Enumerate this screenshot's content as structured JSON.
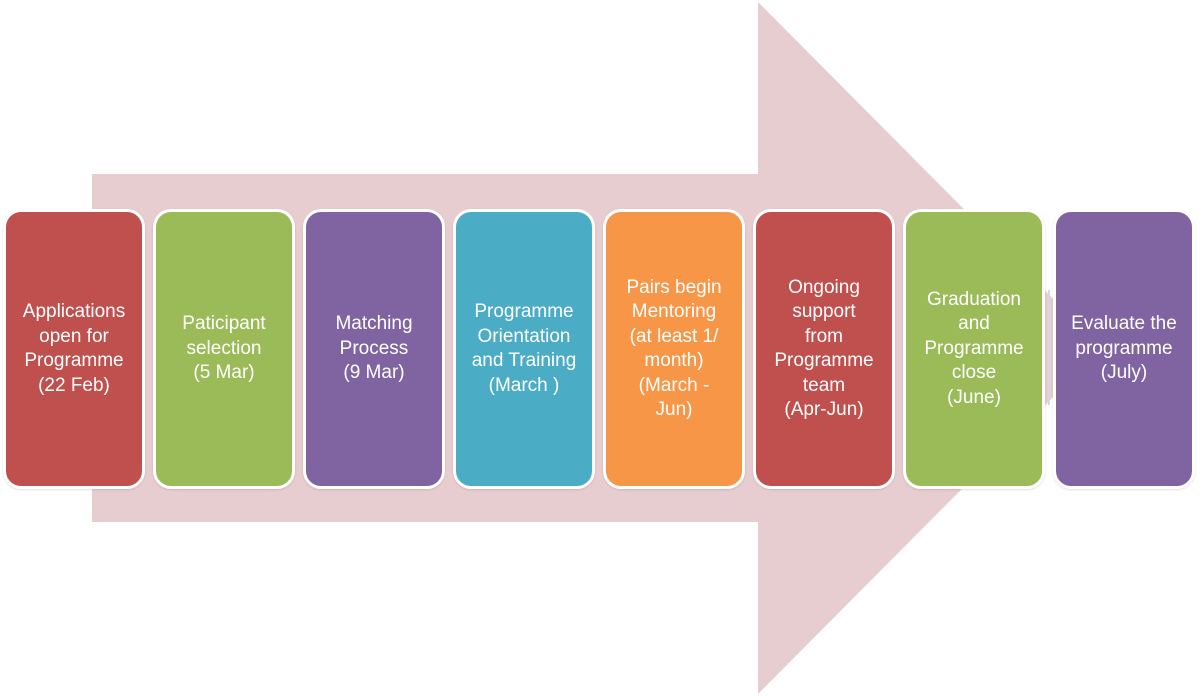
{
  "arrow": {
    "color": "#e7cdd0"
  },
  "steps": [
    {
      "label": "Applications\nopen for\nProgramme\n(22 Feb)",
      "color": "#c0504d"
    },
    {
      "label": "Paticipant\nselection\n(5 Mar)",
      "color": "#9bbb59"
    },
    {
      "label": "Matching\nProcess\n(9 Mar)",
      "color": "#8064a2"
    },
    {
      "label": "Programme\nOrientation\nand Training\n(March )",
      "color": "#4bacc6"
    },
    {
      "label": "Pairs begin\nMentoring\n(at least 1/\nmonth)\n(March -\nJun)",
      "color": "#f79646"
    },
    {
      "label": "Ongoing\nsupport\nfrom\nProgramme\nteam\n(Apr-Jun)",
      "color": "#c0504d"
    },
    {
      "label": "Graduation\nand\nProgramme\nclose\n(June)",
      "color": "#9bbb59"
    },
    {
      "label": "Evaluate the\nprogramme\n(July)",
      "color": "#8064a2"
    }
  ]
}
